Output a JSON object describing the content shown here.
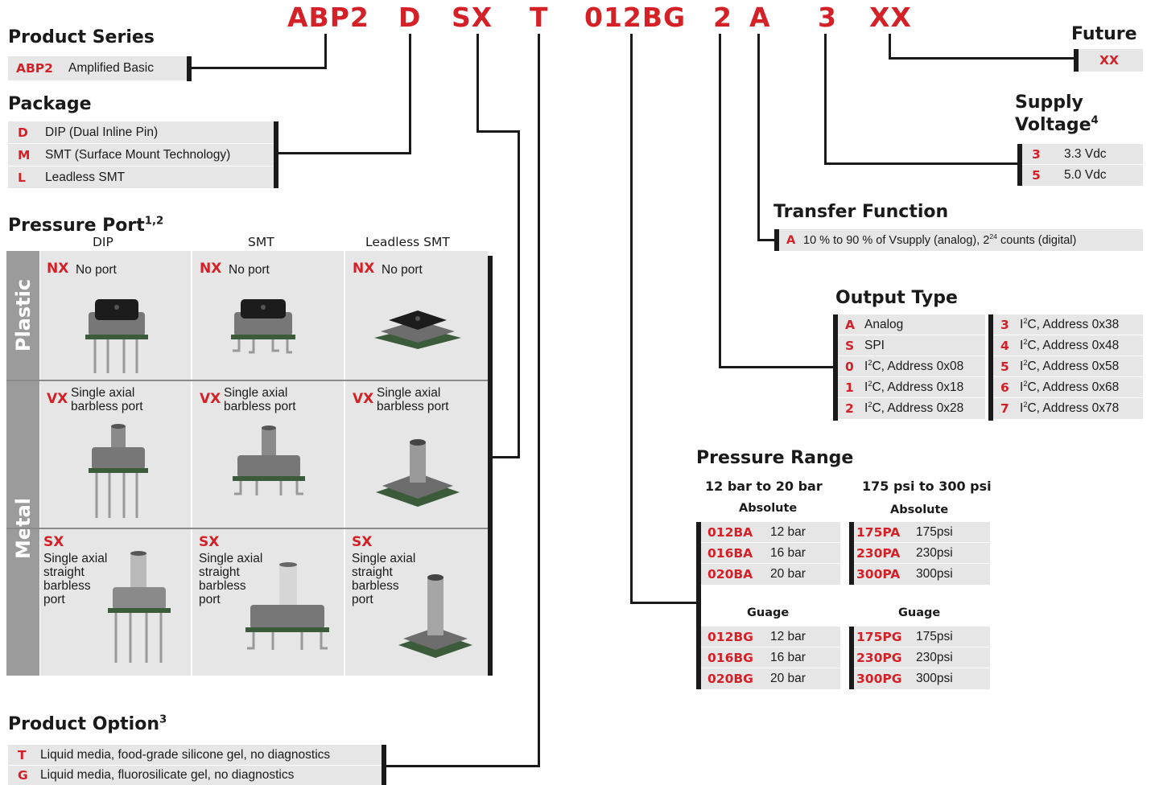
{
  "part_number": [
    "ABP2",
    "D",
    "SX",
    "T",
    "012BG",
    "2",
    "A",
    "3",
    "XX"
  ],
  "product_series": {
    "title": "Product Series",
    "code": "ABP2",
    "text": "Amplified Basic"
  },
  "package": {
    "title": "Package",
    "items": [
      {
        "code": "D",
        "text": "DIP (Dual Inline Pin)"
      },
      {
        "code": "M",
        "text": "SMT (Surface Mount Technology)"
      },
      {
        "code": "L",
        "text": "Leadless SMT"
      }
    ]
  },
  "pressure_port": {
    "title": "Pressure Port",
    "title_sup": "1,2",
    "columns": [
      "DIP",
      "SMT",
      "Leadless SMT"
    ],
    "rows": [
      {
        "label": "Plastic",
        "cells": [
          {
            "code": "NX",
            "text": "No port"
          },
          {
            "code": "NX",
            "text": "No port"
          },
          {
            "code": "NX",
            "text": "No port"
          }
        ]
      },
      {
        "label": "Metal",
        "cells": [
          {
            "code": "VX",
            "line1": "Single axial",
            "line2": "barbless port"
          },
          {
            "code": "VX",
            "line1": "Single axial",
            "line2": "barbless port"
          },
          {
            "code": "VX",
            "line1": "Single axial",
            "line2": "barbless port"
          }
        ]
      },
      {
        "label": "",
        "cells": [
          {
            "code": "SX",
            "lines": [
              "Single axial",
              "straight",
              "barbless",
              "port"
            ]
          },
          {
            "code": "SX",
            "lines": [
              "Single axial",
              "straight",
              "barbless",
              "port"
            ]
          },
          {
            "code": "SX",
            "lines": [
              "Single axial",
              "straight",
              "barbless",
              "port"
            ]
          }
        ]
      }
    ]
  },
  "product_option": {
    "title": "Product Option",
    "title_sup": "3",
    "items": [
      {
        "code": "T",
        "text": "Liquid media, food-grade silicone gel, no diagnostics"
      },
      {
        "code": "G",
        "text": "Liquid media, fluorosilicate gel, no diagnostics"
      }
    ]
  },
  "future": {
    "title": "Future",
    "code": "XX"
  },
  "supply_voltage": {
    "title_line1": "Supply",
    "title_line2": "Voltage",
    "title_sup": "4",
    "items": [
      {
        "code": "3",
        "text": "3.3 Vdc"
      },
      {
        "code": "5",
        "text": "5.0 Vdc"
      }
    ]
  },
  "transfer_function": {
    "title": "Transfer Function",
    "code": "A",
    "text_a": "10 % to 90 % of Vsupply (analog), 2",
    "text_sup": "24",
    "text_b": " counts (digital)"
  },
  "output_type": {
    "title": "Output Type",
    "left": [
      {
        "code": "A",
        "text": "Analog"
      },
      {
        "code": "S",
        "text": "SPI"
      },
      {
        "code": "0",
        "text": "C, Address 0x08"
      },
      {
        "code": "1",
        "text": "C, Address 0x18"
      },
      {
        "code": "2",
        "text": "C, Address 0x28"
      }
    ],
    "right": [
      {
        "code": "3",
        "text": "C, Address 0x38"
      },
      {
        "code": "4",
        "text": "C, Address 0x48"
      },
      {
        "code": "5",
        "text": "C, Address 0x58"
      },
      {
        "code": "6",
        "text": "C, Address 0x68"
      },
      {
        "code": "7",
        "text": "C, Address 0x78"
      }
    ],
    "i2c_prefix": "I",
    "i2c_sup": "2"
  },
  "pressure_range": {
    "title": "Pressure Range",
    "bar_header": "12 bar to 20 bar",
    "psi_header": "175 psi to 300 psi",
    "absolute_label": "Absolute",
    "gauge_label": "Guage",
    "bar_absolute": [
      {
        "code": "012BA",
        "text": "12 bar"
      },
      {
        "code": "016BA",
        "text": "16 bar"
      },
      {
        "code": "020BA",
        "text": "20 bar"
      }
    ],
    "psi_absolute": [
      {
        "code": "175PA",
        "text": "175psi"
      },
      {
        "code": "230PA",
        "text": "230psi"
      },
      {
        "code": "300PA",
        "text": "300psi"
      }
    ],
    "bar_gauge": [
      {
        "code": "012BG",
        "text": "12 bar"
      },
      {
        "code": "016BG",
        "text": "16 bar"
      },
      {
        "code": "020BG",
        "text": "20 bar"
      }
    ],
    "psi_gauge": [
      {
        "code": "175PG",
        "text": "175psi"
      },
      {
        "code": "230PG",
        "text": "230psi"
      },
      {
        "code": "300PG",
        "text": "300psi"
      }
    ]
  },
  "colors": {
    "accent": "#d42027",
    "table_bg": "#e6e6e6",
    "rule": "#1a1a1a",
    "row_header": "#9b9b9b"
  }
}
